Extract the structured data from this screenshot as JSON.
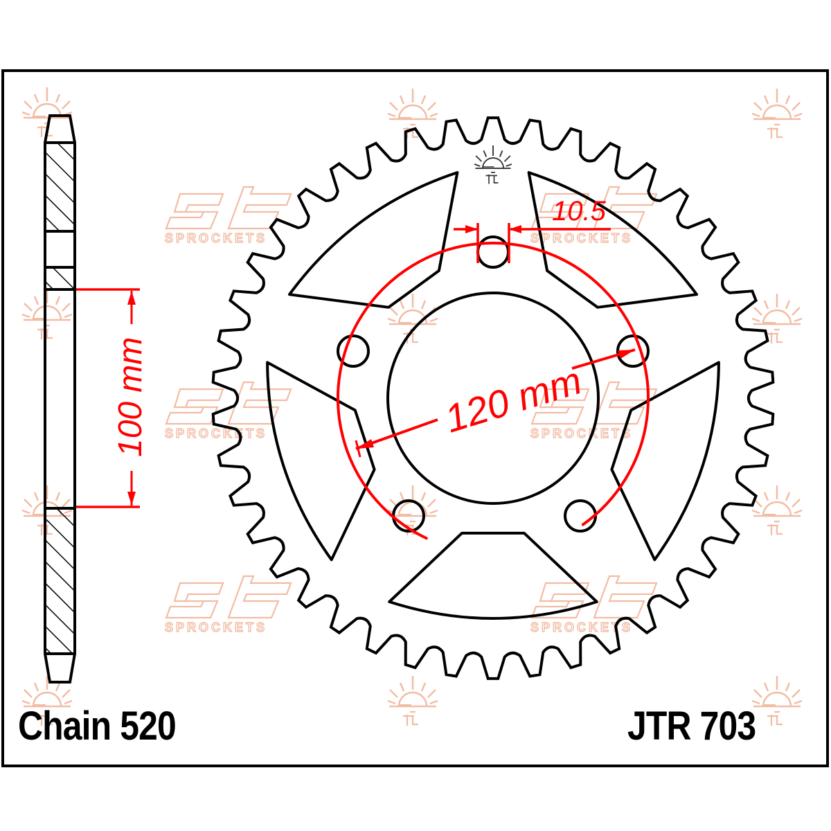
{
  "drawing": {
    "chain_label": "Chain 520",
    "part_number": "JTR 703",
    "dimensions": {
      "chain_profile_height": "100 mm",
      "pcd": "120 mm",
      "bolt_hole_diameter": "10.5"
    },
    "watermark": {
      "brand": "JT SPROCKETS",
      "brand_sub": "SPROCKETS",
      "logo": "sun-logo"
    },
    "colors": {
      "outline": "#000000",
      "dimension": "#ff0000",
      "watermark": "#f2b9a0",
      "background": "#ffffff"
    },
    "sprocket": {
      "teeth": 42,
      "bolt_holes": 5,
      "lightening_cutouts": 5
    }
  }
}
